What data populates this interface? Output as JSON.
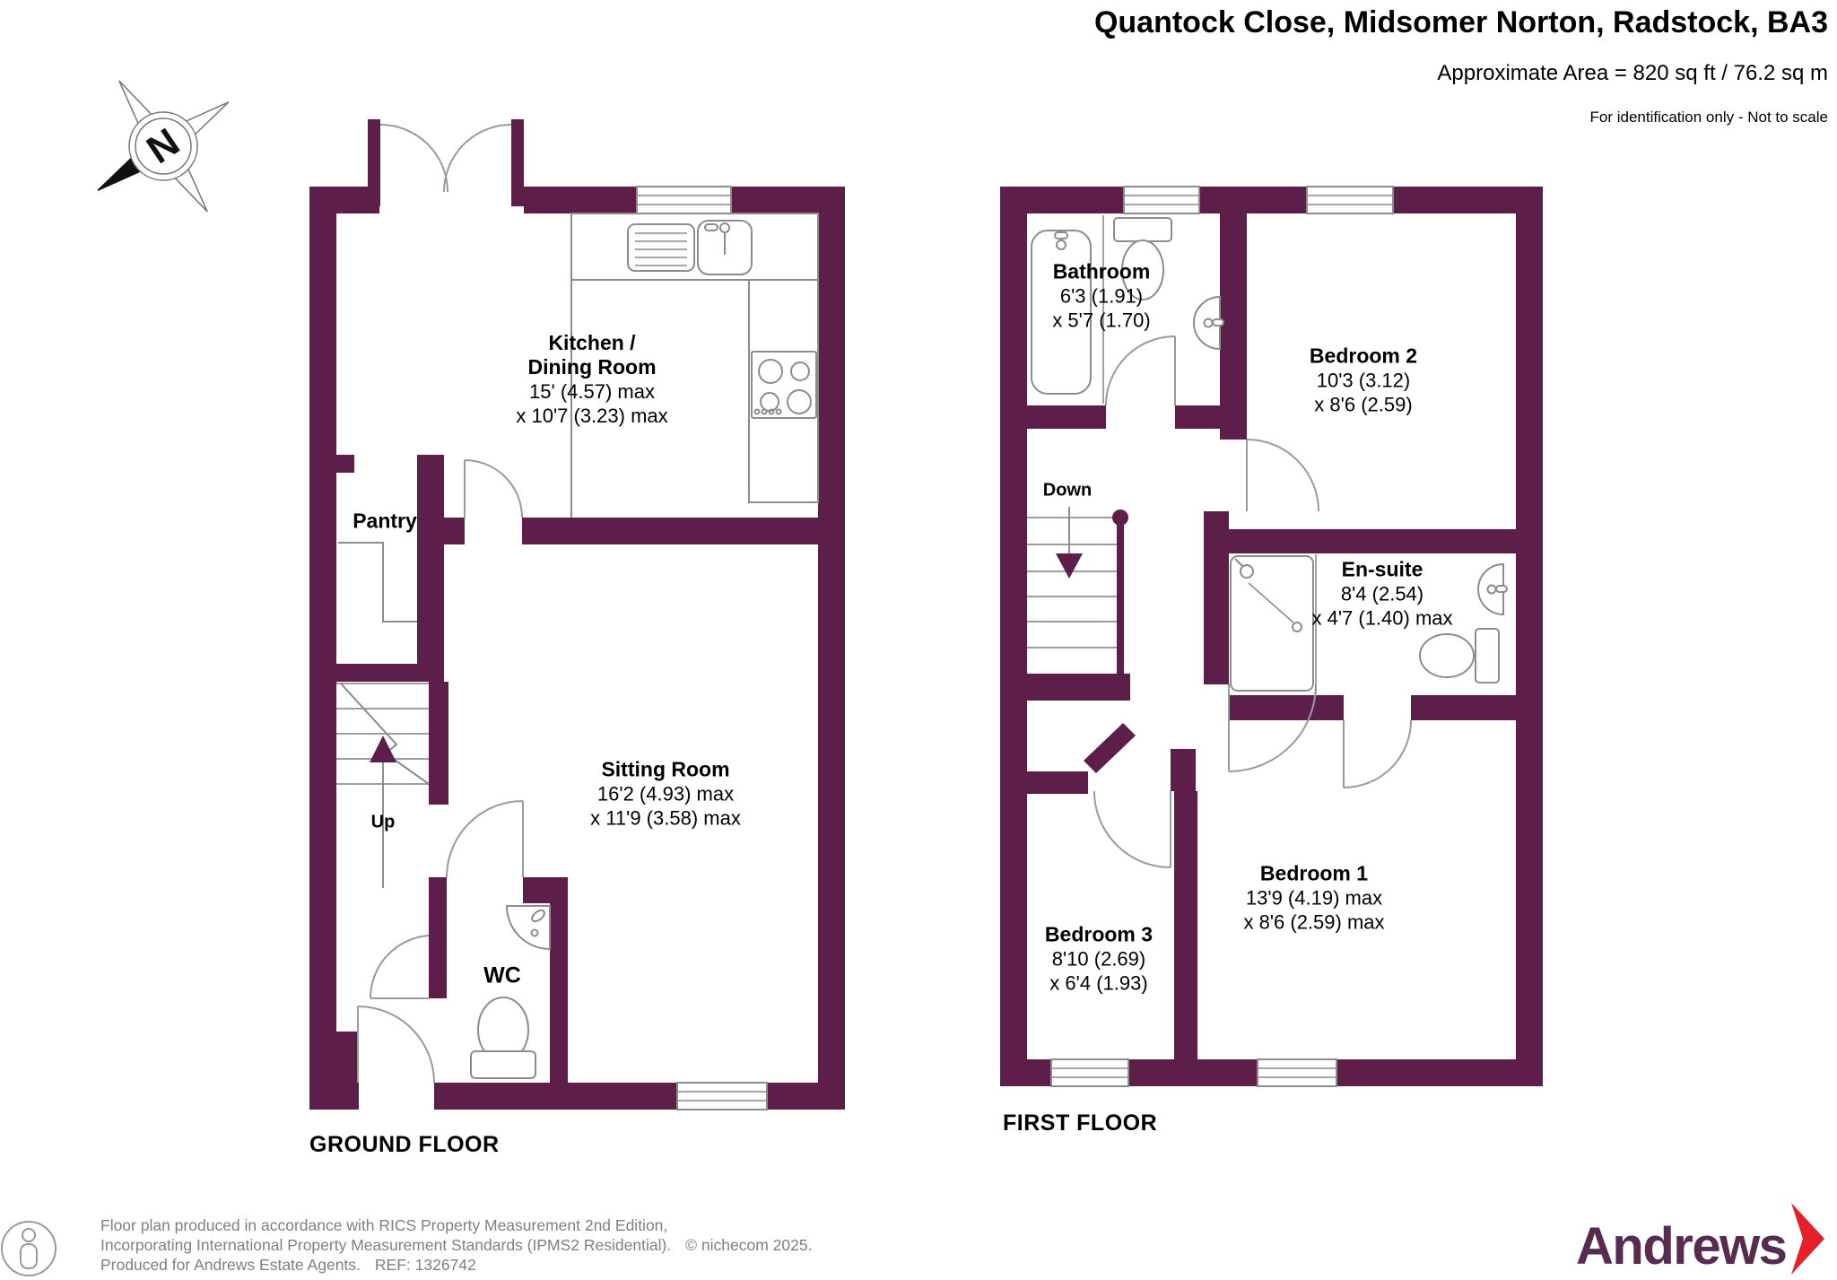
{
  "header": {
    "title": "Quantock Close, Midsomer Norton, Radstock, BA3",
    "area_line": "Approximate Area = 820 sq ft / 76.2 sq m",
    "disclaimer": "For identification only - Not to scale"
  },
  "compass": {
    "north_label": "N"
  },
  "ground_floor": {
    "floor_label": "GROUND FLOOR",
    "kitchen": {
      "name_line1": "Kitchen /",
      "name_line2": "Dining Room",
      "dims_line1": "15' (4.57) max",
      "dims_line2": "x 10'7 (3.23) max"
    },
    "pantry": {
      "name": "Pantry"
    },
    "sitting_room": {
      "name": "Sitting Room",
      "dims_line1": "16'2 (4.93) max",
      "dims_line2": "x 11'9 (3.58) max"
    },
    "wc": {
      "name": "WC"
    },
    "stairs_label": "Up"
  },
  "first_floor": {
    "floor_label": "FIRST FLOOR",
    "bathroom": {
      "name": "Bathroom",
      "dims_line1": "6'3 (1.91)",
      "dims_line2": "x 5'7 (1.70)"
    },
    "bedroom2": {
      "name": "Bedroom 2",
      "dims_line1": "10'3 (3.12)",
      "dims_line2": "x 8'6 (2.59)"
    },
    "ensuite": {
      "name": "En-suite",
      "dims_line1": "8'4 (2.54)",
      "dims_line2": "x 4'7 (1.40) max"
    },
    "bedroom1": {
      "name": "Bedroom 1",
      "dims_line1": "13'9 (4.19) max",
      "dims_line2": "x 8'6 (2.59) max"
    },
    "bedroom3": {
      "name": "Bedroom 3",
      "dims_line1": "8'10 (2.69)",
      "dims_line2": "x 6'4 (1.93)"
    },
    "stairs_label": "Down"
  },
  "footer": {
    "disclaimer_line1": "Floor plan produced in accordance with RICS Property Measurement 2nd Edition,",
    "disclaimer_line2": "Incorporating International Property Measurement Standards (IPMS2 Residential).",
    "copyright": "© nichecom 2025.",
    "disclaimer_line3": "Produced for Andrews Estate Agents.",
    "ref": "REF: 1326742",
    "brand_name": "Andrews"
  },
  "colors": {
    "wall": "#5E1E4A",
    "brand_plum": "#582B50",
    "brand_red": "#E6202B"
  }
}
